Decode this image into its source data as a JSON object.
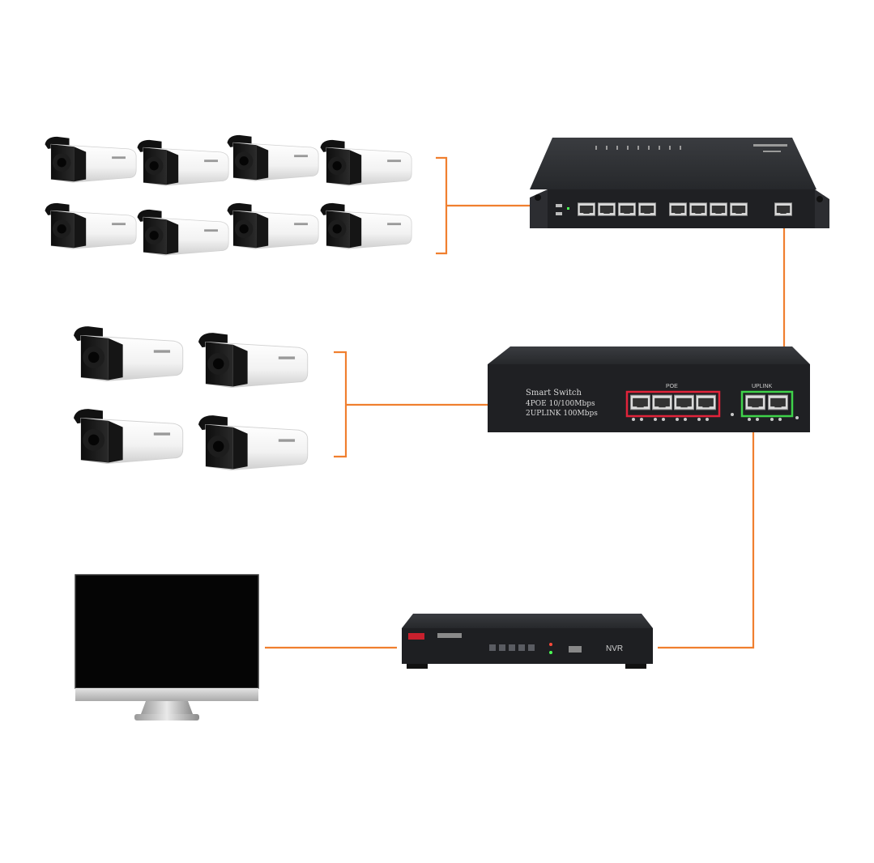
{
  "smart_switch": {
    "title": "Smart Switch",
    "line1": "4POE 10/100Mbps",
    "line2": "2UPLINK 100Mbps",
    "poe_label": "POE",
    "uplink_label": "UPLINK"
  },
  "nvr": {
    "label": "NVR"
  },
  "colors": {
    "cable": "#f07f2f",
    "poe_highlight": "#e0233a",
    "uplink_highlight": "#3fd24a",
    "device_body": "#2b2b2f"
  }
}
